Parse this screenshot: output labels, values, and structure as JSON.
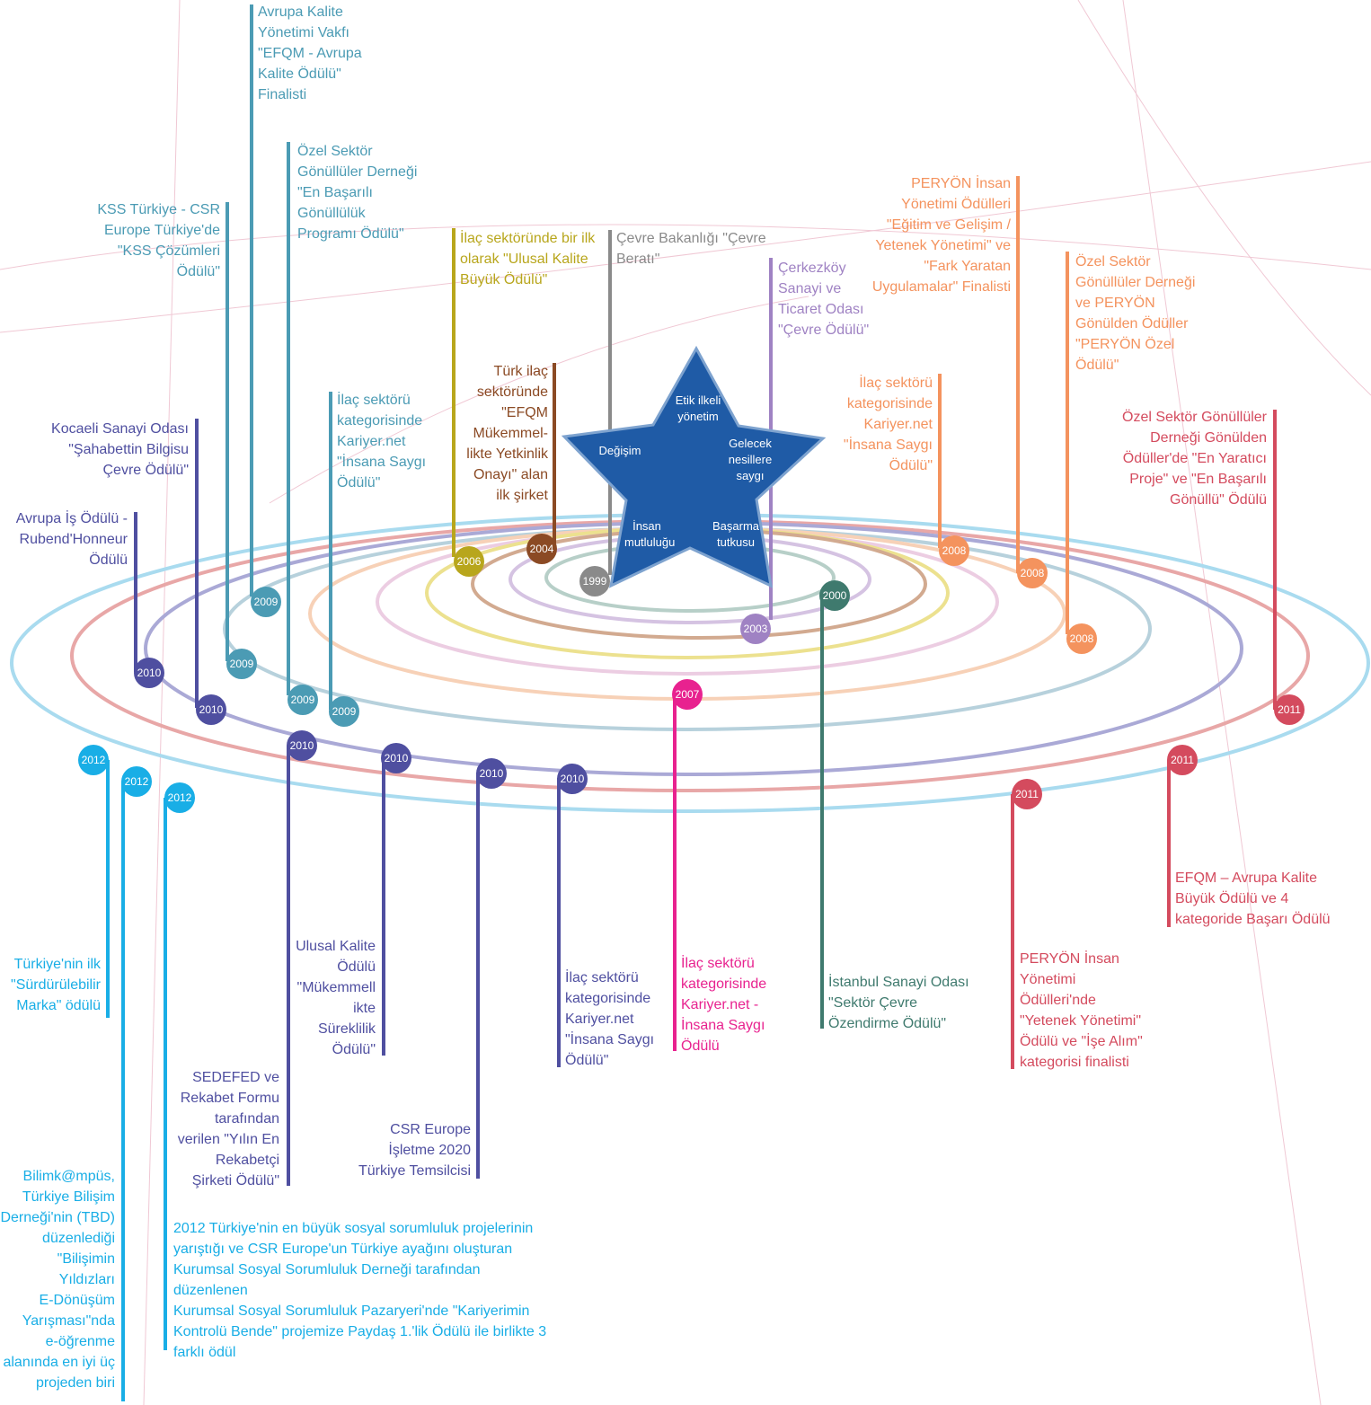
{
  "star_values": {
    "etik": "Etik ilkeli\nyönetim",
    "degisim": "Değişim",
    "gelecek": "Gelecek\nnesillere\nsaygı",
    "insan": "İnsan\nmutluluğu",
    "basarma": "Başarma\ntutkusu"
  },
  "colors": {
    "c1999": "#8a8a8a",
    "c2000": "#3f7a6e",
    "c2003": "#9f82c3",
    "c2004": "#8b4a24",
    "c2006": "#b8a61c",
    "c2007": "#e8228f",
    "c2008": "#f4935e",
    "c2009": "#4b9bb4",
    "c2010": "#4f4fa0",
    "c2011": "#d44b5e",
    "c2012": "#19aee6",
    "star": "#1f5ba6"
  },
  "awards": [
    {
      "id": "a-1999",
      "year": "1999",
      "text": "Çevre Bakanlığı \"Çevre\nBeratı\""
    },
    {
      "id": "a-2000",
      "year": "2000",
      "text": "İstanbul Sanayi Odası\n\"Sektör Çevre\nÖzendirme Ödülü\""
    },
    {
      "id": "a-2003",
      "year": "2003",
      "text": "Çerkezköy\nSanayi ve\nTicaret Odası\n\"Çevre Ödülü\""
    },
    {
      "id": "a-2004",
      "year": "2004",
      "text": "Türk ilaç\nsektöründe\n\"EFQM\nMükemmel-\nlikte Yetkinlik\nOnayı\" alan\nilk şirket"
    },
    {
      "id": "a-2006",
      "year": "2006",
      "text": "İlaç sektöründe bir ilk\nolarak \"Ulusal Kalite\nBüyük Ödülü\""
    },
    {
      "id": "a-2007",
      "year": "2007",
      "text": "İlaç sektörü\nkategorisinde\nKariyer.net -\nİnsana Saygı\nÖdülü"
    },
    {
      "id": "a-2008a",
      "year": "2008",
      "text": "İlaç sektörü\nkategorisinde\nKariyer.net\n\"İnsana Saygı\nÖdülü\""
    },
    {
      "id": "a-2008b",
      "year": "2008",
      "text": "PERYÖN İnsan\nYönetimi Ödülleri\n\"Eğitim ve Gelişim /\nYetenek Yönetimi\" ve\n\"Fark Yaratan\nUygulamalar\" Finalisti"
    },
    {
      "id": "a-2008c",
      "year": "2008",
      "text": "Özel Sektör\nGönüllüler Derneği\nve PERYÖN\nGönülden Ödüller\n\"PERYÖN Özel\nÖdülü\""
    },
    {
      "id": "a-2009a",
      "year": "2009",
      "text": "Avrupa Kalite\nYönetimi Vakfı\n\"EFQM - Avrupa\nKalite Ödülü\"\nFinalisti"
    },
    {
      "id": "a-2009b",
      "year": "2009",
      "text": "KSS Türkiye - CSR\nEurope Türkiye'de\n\"KSS Çözümleri\nÖdülü\""
    },
    {
      "id": "a-2009c",
      "year": "2009",
      "text": "Özel Sektör\nGönüllüler Derneği\n\"En Başarılı\nGönüllülük\nProgramı Ödülü\""
    },
    {
      "id": "a-2009d",
      "year": "2009",
      "text": "İlaç sektörü\nkategorisinde\nKariyer.net\n\"İnsana Saygı\nÖdülü\""
    },
    {
      "id": "a-2010a",
      "year": "2010",
      "text": "Avrupa İş Ödülü -\nRubend'Honneur\nÖdülü"
    },
    {
      "id": "a-2010b",
      "year": "2010",
      "text": "Kocaeli Sanayi Odası\n\"Şahabettin Bilgisu\nÇevre Ödülü\""
    },
    {
      "id": "a-2010c",
      "year": "2010",
      "text": "SEDEFED ve\nRekabet Formu\ntarafından\nverilen \"Yılın En\nRekabetçi\nŞirketi Ödülü\""
    },
    {
      "id": "a-2010d",
      "year": "2010",
      "text": "Ulusal Kalite\nÖdülü\n\"Mükemmell\nikte\nSüreklilik\nÖdülü\""
    },
    {
      "id": "a-2010e",
      "year": "2010",
      "text": "CSR Europe\nİşletme 2020\nTürkiye Temsilcisi"
    },
    {
      "id": "a-2010f",
      "year": "2010",
      "text": "İlaç sektörü\nkategorisinde\nKariyer.net\n\"İnsana Saygı\nÖdülü\""
    },
    {
      "id": "a-2011a",
      "year": "2011",
      "text": "PERYÖN İnsan\nYönetimi\nÖdülleri'nde\n\"Yetenek Yönetimi\"\nÖdülü ve \"İşe Alım\"\nkategorisi finalisti"
    },
    {
      "id": "a-2011b",
      "year": "2011",
      "text": "EFQM – Avrupa Kalite\nBüyük Ödülü ve 4\nkategoride Başarı Ödülü"
    },
    {
      "id": "a-2011c",
      "year": "2011",
      "text": "Özel Sektör Gönüllüler\nDerneği Gönülden\nÖdüller'de \"En Yaratıcı\nProje\" ve \"En Başarılı\nGönüllü\" Ödülü"
    },
    {
      "id": "a-2012a",
      "year": "2012",
      "text": "Türkiye'nin ilk\n\"Sürdürülebilir\nMarka\" ödülü"
    },
    {
      "id": "a-2012b",
      "year": "2012",
      "text": "Bilimk@mpüs,\nTürkiye Bilişim\nDerneği'nin (TBD)\ndüzenlediği\n\"Bilişimin\nYıldızları\nE-Dönüşüm\nYarışması\"nda\ne-öğrenme\nalanında en iyi üç\nprojeden biri"
    },
    {
      "id": "a-2012c",
      "year": "2012",
      "text": "2012 Türkiye'nin en büyük sosyal sorumluluk projelerinin\nyarıştığı ve CSR Europe'un Türkiye ayağını oluşturan\nKurumsal Sosyal Sorumluluk Derneği tarafından düzenlenen\nKurumsal Sosyal Sorumluluk Pazaryeri'nde \"Kariyerimin\nKontrolü Bende\" projemize Paydaş 1.'lik Ödülü ile birlikte 3\nfarklı ödül"
    }
  ]
}
